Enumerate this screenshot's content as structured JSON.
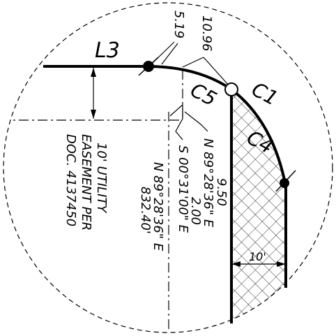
{
  "labels": {
    "l3": "L3",
    "c5": "C5",
    "c1": "C1",
    "c4": "C4",
    "dim_5_19": "5.19",
    "dim_10_96": "10.96",
    "dim_9_50": "9.50",
    "bearing_n89_1": "N 89°28'36\" E",
    "dim_2_00": "2.00",
    "bearing_s00": "S 00°31'00\" E",
    "bearing_n89_2": "N 89°28'36\" E",
    "dim_832_40": "832.40'",
    "dim_10ft": "10'",
    "easement_line1": "10' UTILITY",
    "easement_line2": "EASEMENT PER",
    "easement_line3": "DOC. 4137450"
  },
  "colors": {
    "ink": "#000000",
    "background": "#ffffff",
    "hatch": "#000000"
  }
}
